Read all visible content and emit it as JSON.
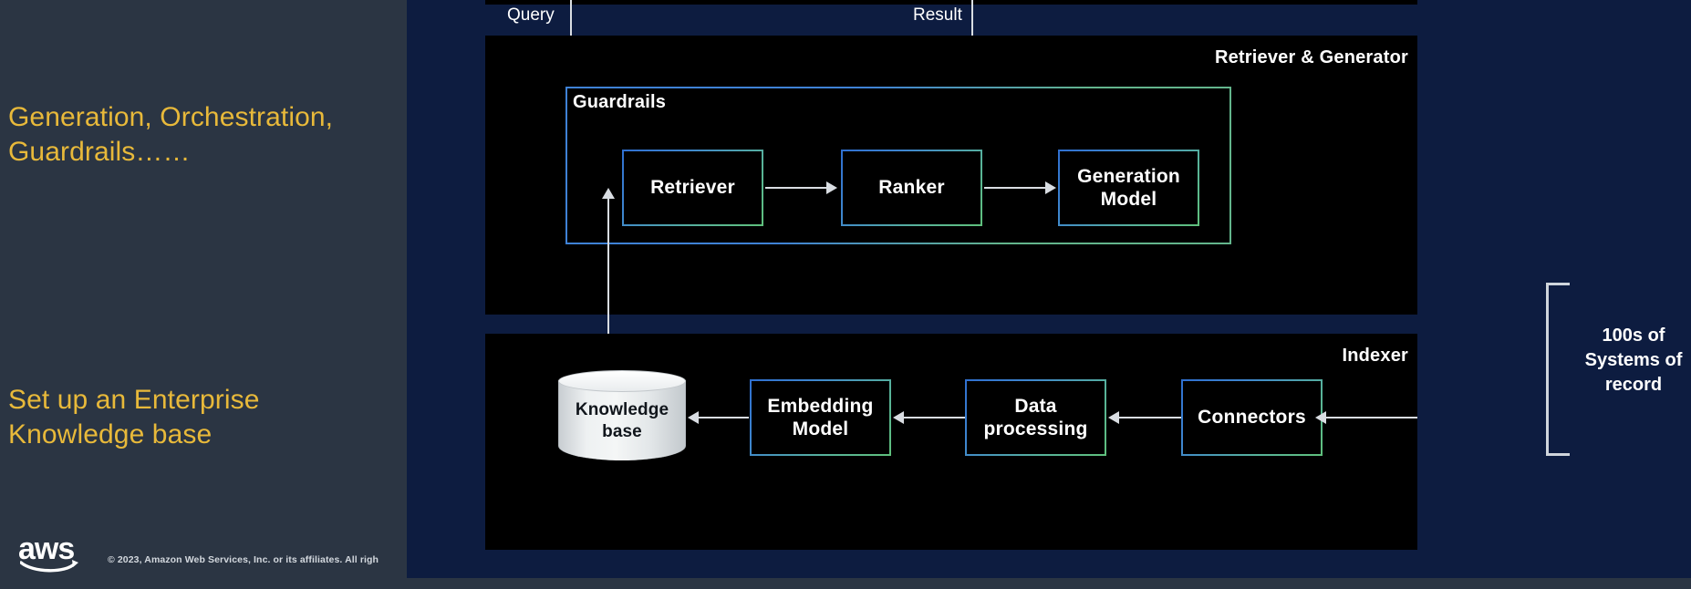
{
  "left_panel": {
    "heading_1": "Generation, Orchestration, Guardrails……",
    "heading_2": "Set up an Enterprise Knowledge base",
    "logo_wordmark": "aws",
    "copyright": "© 2023, Amazon Web Services, Inc. or its affiliates. All righ"
  },
  "diagram": {
    "flow_labels": {
      "query": "Query",
      "result": "Result"
    },
    "retriever_panel": {
      "title": "Retriever & Generator",
      "guardrails_label": "Guardrails",
      "nodes": [
        {
          "label": "Retriever"
        },
        {
          "label": "Ranker"
        },
        {
          "label": "Generation Model"
        }
      ]
    },
    "indexer_panel": {
      "title": "Indexer",
      "knowledge_base": "Knowledge base",
      "nodes": [
        {
          "label": "Embedding Model"
        },
        {
          "label": "Data processing"
        },
        {
          "label": "Connectors"
        }
      ]
    },
    "systems_caption": "100s of Systems of record"
  },
  "colors": {
    "left_panel_bg": "#2b3543",
    "slide_bg": "#0d1c40",
    "panel_bg": "#000000",
    "accent_yellow": "#e8b93a",
    "border_blue": "#2f6fd0",
    "border_green": "#5fc07c",
    "arrow": "#d9dde2"
  }
}
